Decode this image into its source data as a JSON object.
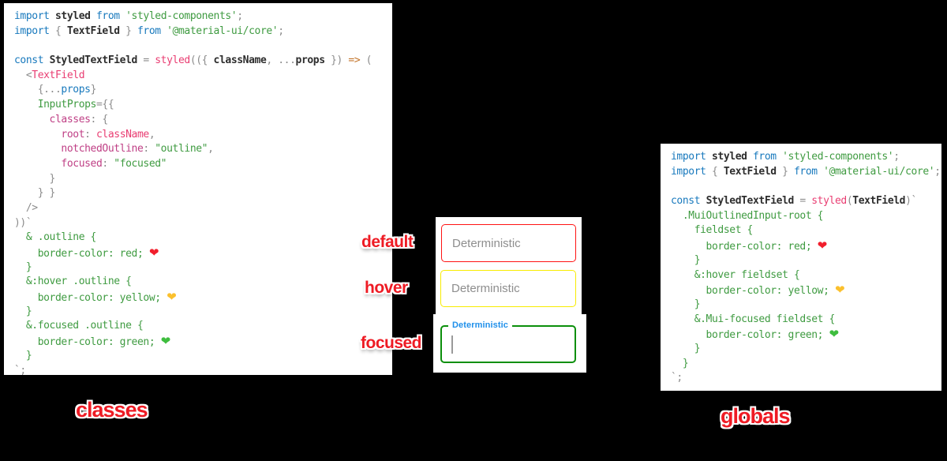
{
  "palette": {
    "kw": "#1879bd",
    "blk": "#2d2d2d",
    "pnk": "#e93d72",
    "mag": "#bf3f85",
    "grn": "#3f9b41",
    "gry": "#8c8c8c",
    "org": "#c4762c",
    "hr": "#f11e2c",
    "hy": "#fbc02d",
    "hg": "#3ebd3e",
    "label-red": "#ee1b24"
  },
  "left_code": {
    "lines": [
      [
        {
          "c": "kw",
          "t": "import"
        },
        {
          "c": "blk",
          "t": " styled"
        },
        {
          "c": "kw",
          "t": " from"
        },
        {
          "c": "grn",
          "t": " 'styled-components'"
        },
        {
          "c": "gry",
          "t": ";"
        }
      ],
      [
        {
          "c": "kw",
          "t": "import"
        },
        {
          "c": "gry",
          "t": " {"
        },
        {
          "c": "blk",
          "t": " TextField"
        },
        {
          "c": "gry",
          "t": " }"
        },
        {
          "c": "kw",
          "t": " from"
        },
        {
          "c": "grn",
          "t": " '@material-ui/core'"
        },
        {
          "c": "gry",
          "t": ";"
        }
      ],
      [],
      [
        {
          "c": "kw",
          "t": "const"
        },
        {
          "c": "blk",
          "t": " StyledTextField"
        },
        {
          "c": "gry",
          "t": " ="
        },
        {
          "c": "pnk",
          "t": " styled"
        },
        {
          "c": "gry",
          "t": "(({ "
        },
        {
          "c": "blk",
          "t": "className"
        },
        {
          "c": "gry",
          "t": ", ..."
        },
        {
          "c": "blk",
          "t": "props"
        },
        {
          "c": "gry",
          "t": " }) "
        },
        {
          "c": "org",
          "t": "=>"
        },
        {
          "c": "gry",
          "t": " ("
        }
      ],
      [
        {
          "c": "gry",
          "t": "  <"
        },
        {
          "c": "pnk",
          "t": "TextField"
        }
      ],
      [
        {
          "c": "gry",
          "t": "    {..."
        },
        {
          "c": "kw",
          "t": "props"
        },
        {
          "c": "gry",
          "t": "}"
        }
      ],
      [
        {
          "c": "grn",
          "t": "    InputProps"
        },
        {
          "c": "gry",
          "t": "={{"
        }
      ],
      [
        {
          "c": "mag",
          "t": "      classes"
        },
        {
          "c": "gry",
          "t": ": {"
        }
      ],
      [
        {
          "c": "mag",
          "t": "        root"
        },
        {
          "c": "gry",
          "t": ":"
        },
        {
          "c": "pnk",
          "t": " className"
        },
        {
          "c": "gry",
          "t": ","
        }
      ],
      [
        {
          "c": "mag",
          "t": "        notchedOutline"
        },
        {
          "c": "gry",
          "t": ":"
        },
        {
          "c": "grn",
          "t": " \"outline\""
        },
        {
          "c": "gry",
          "t": ","
        }
      ],
      [
        {
          "c": "mag",
          "t": "        focused"
        },
        {
          "c": "gry",
          "t": ":"
        },
        {
          "c": "grn",
          "t": " \"focused\""
        }
      ],
      [
        {
          "c": "gry",
          "t": "      }"
        }
      ],
      [
        {
          "c": "gry",
          "t": "    } }"
        }
      ],
      [
        {
          "c": "gry",
          "t": "  />"
        }
      ],
      [
        {
          "c": "gry",
          "t": "))`"
        }
      ],
      [
        {
          "c": "grn",
          "t": "  & .outline {"
        }
      ],
      [
        {
          "c": "grn",
          "t": "    border-color: red; "
        },
        {
          "c": "hr",
          "t": "❤"
        }
      ],
      [
        {
          "c": "grn",
          "t": "  }"
        }
      ],
      [
        {
          "c": "grn",
          "t": "  &:hover .outline {"
        }
      ],
      [
        {
          "c": "grn",
          "t": "    border-color: yellow; "
        },
        {
          "c": "hy",
          "t": "❤"
        }
      ],
      [
        {
          "c": "grn",
          "t": "  }"
        }
      ],
      [
        {
          "c": "grn",
          "t": "  &.focused .outline {"
        }
      ],
      [
        {
          "c": "grn",
          "t": "    border-color: green; "
        },
        {
          "c": "hg",
          "t": "❤"
        }
      ],
      [
        {
          "c": "grn",
          "t": "  }"
        }
      ],
      [
        {
          "c": "gry",
          "t": "`;"
        }
      ]
    ]
  },
  "right_code": {
    "lines": [
      [
        {
          "c": "kw",
          "t": "import"
        },
        {
          "c": "blk",
          "t": " styled"
        },
        {
          "c": "kw",
          "t": " from"
        },
        {
          "c": "grn",
          "t": " 'styled-components'"
        },
        {
          "c": "gry",
          "t": ";"
        }
      ],
      [
        {
          "c": "kw",
          "t": "import"
        },
        {
          "c": "gry",
          "t": " {"
        },
        {
          "c": "blk",
          "t": " TextField"
        },
        {
          "c": "gry",
          "t": " }"
        },
        {
          "c": "kw",
          "t": " from"
        },
        {
          "c": "grn",
          "t": " '@material-ui/core'"
        },
        {
          "c": "gry",
          "t": ";"
        }
      ],
      [],
      [
        {
          "c": "kw",
          "t": "const"
        },
        {
          "c": "blk",
          "t": " StyledTextField"
        },
        {
          "c": "gry",
          "t": " ="
        },
        {
          "c": "pnk",
          "t": " styled"
        },
        {
          "c": "gry",
          "t": "("
        },
        {
          "c": "blk",
          "t": "TextField"
        },
        {
          "c": "gry",
          "t": ")`"
        }
      ],
      [
        {
          "c": "grn",
          "t": "  .MuiOutlinedInput-root {"
        }
      ],
      [
        {
          "c": "grn",
          "t": "    fieldset {"
        }
      ],
      [
        {
          "c": "grn",
          "t": "      border-color: red; "
        },
        {
          "c": "hr",
          "t": "❤"
        }
      ],
      [
        {
          "c": "grn",
          "t": "    }"
        }
      ],
      [
        {
          "c": "grn",
          "t": "    &:hover fieldset {"
        }
      ],
      [
        {
          "c": "grn",
          "t": "      border-color: yellow; "
        },
        {
          "c": "hy",
          "t": "❤"
        }
      ],
      [
        {
          "c": "grn",
          "t": "    }"
        }
      ],
      [
        {
          "c": "grn",
          "t": "    &.Mui-focused fieldset {"
        }
      ],
      [
        {
          "c": "grn",
          "t": "      border-color: green; "
        },
        {
          "c": "hg",
          "t": "❤"
        }
      ],
      [
        {
          "c": "grn",
          "t": "    }"
        }
      ],
      [
        {
          "c": "grn",
          "t": "  }"
        }
      ],
      [
        {
          "c": "gry",
          "t": "`;"
        }
      ]
    ]
  },
  "textfields": {
    "default": {
      "placeholder": "Deterministic",
      "border": "#ff1313"
    },
    "hover": {
      "placeholder": "Deterministic",
      "border": "#f8ec00"
    },
    "focused": {
      "label": "Deterministic",
      "border": "#0b8f0b",
      "label_color": "#2090ea"
    }
  },
  "annotations": {
    "default": "default",
    "hover": "hover",
    "focused": "focused",
    "classes": "classes",
    "globals": "globals"
  }
}
